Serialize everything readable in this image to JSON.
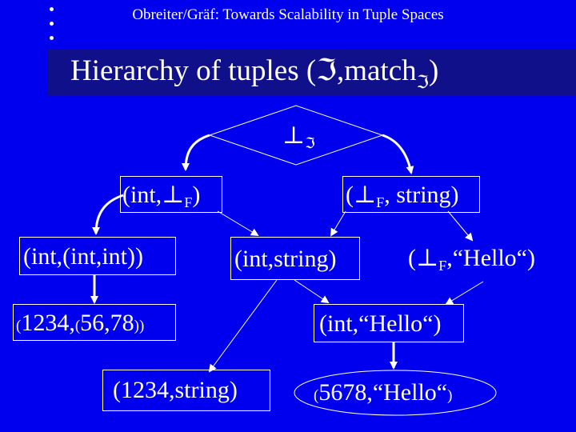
{
  "header": {
    "text": "Obreiter/Gräf: Towards Scalability in Tuple Spaces"
  },
  "title": {
    "main": "Hierarchy of tuples (ℑ,match",
    "sub": "ℑ",
    "close": ")"
  },
  "nodes": {
    "root": {
      "symbol": "⊥",
      "sub": "ℑ"
    },
    "int_bottom": {
      "pre": "(int,⊥",
      "sub": "F",
      "post": ")"
    },
    "bottom_string": {
      "pre": "(⊥",
      "sub": "F",
      "post": ", string)"
    },
    "int_intint": {
      "text": "(int,(int,int))"
    },
    "int_string": {
      "text": "(int,string)"
    },
    "bottom_hello": {
      "pre": "(⊥",
      "sub": "F",
      "post": ",“Hello“)"
    },
    "t1234_5678": {
      "p1": "(",
      "p2": "1234,",
      "p3": "(",
      "p4": "56,78",
      "p5": "))"
    },
    "int_hello": {
      "text": "(int,“Hello“)"
    },
    "t1234_string": {
      "text": "(1234,string)"
    },
    "t5678_hello": {
      "p1": "(",
      "p2": "5678,“Hello“",
      "p3": ")"
    }
  },
  "colors": {
    "background": "#0000ee",
    "title_bar": "#10108a",
    "foreground": "#ffffff"
  }
}
